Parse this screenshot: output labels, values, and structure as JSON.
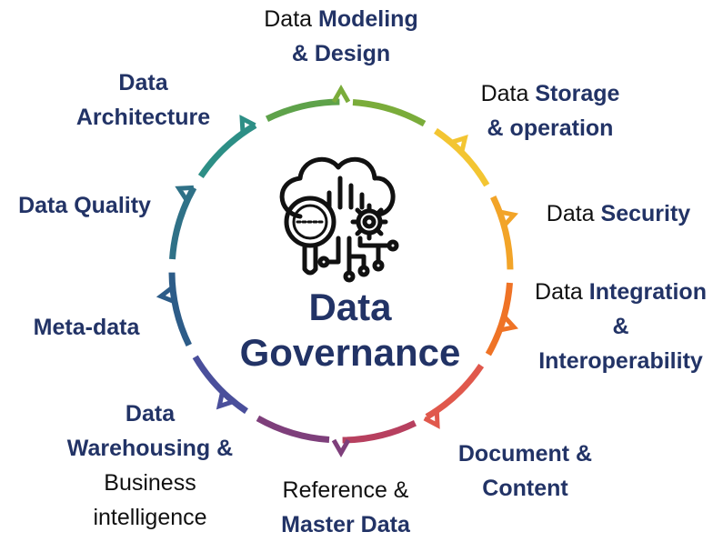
{
  "center": {
    "title_line1": "Data",
    "title_line2": "Governance",
    "icon": "data-gear-magnifier-icon"
  },
  "colors": {
    "dark_text": "#223366",
    "ring_segments": [
      "#7aac3a",
      "#f3c532",
      "#f2a428",
      "#ef7326",
      "#e0584c",
      "#b7405f",
      "#7e3f7b",
      "#4a4f9b",
      "#2d5c88",
      "#2f7187",
      "#2d8f86",
      "#5ea24a"
    ]
  },
  "areas": [
    {
      "id": "modeling",
      "lines": [
        [
          {
            "t": "Data",
            "b": false
          },
          {
            "t": "Modeling",
            "b": true
          }
        ],
        [
          {
            "t": "& Design",
            "b": true
          }
        ]
      ]
    },
    {
      "id": "storage",
      "lines": [
        [
          {
            "t": "Data",
            "b": false
          },
          {
            "t": "Storage",
            "b": true
          }
        ],
        [
          {
            "t": "& operation",
            "b": true
          }
        ]
      ]
    },
    {
      "id": "security",
      "lines": [
        [
          {
            "t": "Data",
            "b": false
          },
          {
            "t": "Security",
            "b": true
          }
        ]
      ]
    },
    {
      "id": "integration",
      "lines": [
        [
          {
            "t": "Data",
            "b": false
          },
          {
            "t": "Integration",
            "b": true
          }
        ],
        [
          {
            "t": "&",
            "b": true
          }
        ],
        [
          {
            "t": "Interoperability",
            "b": true
          }
        ]
      ]
    },
    {
      "id": "document",
      "lines": [
        [
          {
            "t": "Document &",
            "b": true
          }
        ],
        [
          {
            "t": "Content",
            "b": true
          }
        ]
      ]
    },
    {
      "id": "reference",
      "lines": [
        [
          {
            "t": "Reference &",
            "b": false
          }
        ],
        [
          {
            "t": "Master Data",
            "b": true
          }
        ]
      ]
    },
    {
      "id": "warehousing",
      "lines": [
        [
          {
            "t": "Data",
            "b": true
          }
        ],
        [
          {
            "t": "Warehousing &",
            "b": true
          }
        ],
        [
          {
            "t": "Business",
            "b": false
          }
        ],
        [
          {
            "t": "intelligence",
            "b": false
          }
        ]
      ]
    },
    {
      "id": "metadata",
      "lines": [
        [
          {
            "t": "Meta-data",
            "b": true
          }
        ]
      ]
    },
    {
      "id": "quality",
      "lines": [
        [
          {
            "t": "Data Quality",
            "b": true
          }
        ]
      ]
    },
    {
      "id": "architecture",
      "lines": [
        [
          {
            "t": "Data",
            "b": true
          }
        ],
        [
          {
            "t": "Architecture",
            "b": true
          }
        ]
      ]
    }
  ]
}
